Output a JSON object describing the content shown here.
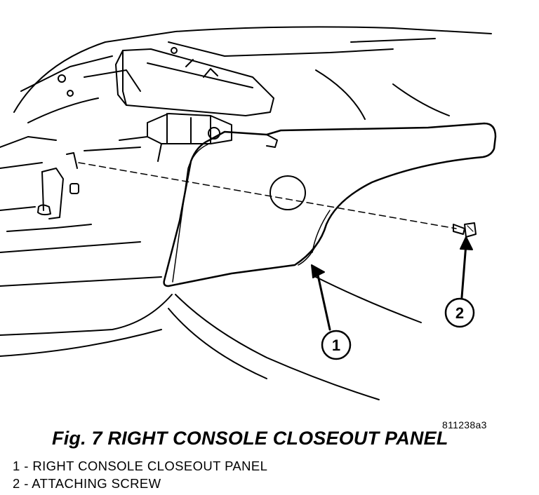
{
  "callouts": [
    {
      "number": "1",
      "part": "right-console-closeout-panel"
    },
    {
      "number": "2",
      "part": "attaching-screw"
    }
  ],
  "figure_id": "811238a3",
  "figure_title": "Fig. 7 RIGHT CONSOLE CLOSEOUT PANEL",
  "legend": [
    {
      "text": "1 - RIGHT CONSOLE CLOSEOUT PANEL"
    },
    {
      "text": "2 - ATTACHING SCREW"
    }
  ]
}
